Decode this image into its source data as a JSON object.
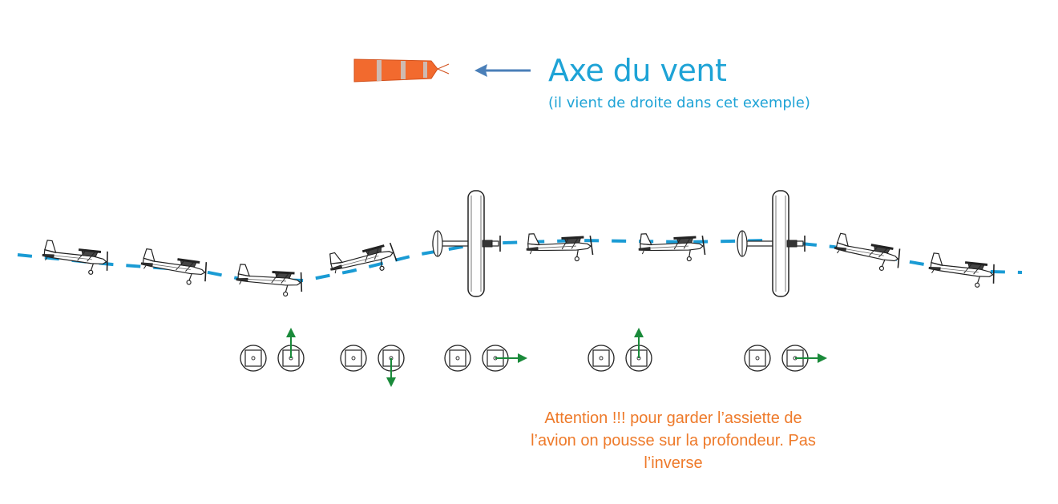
{
  "header": {
    "title": "Axe du vent",
    "subtitle": "(il vient de droite dans cet exemple)"
  },
  "icons": {
    "windsock": "windsock-icon",
    "wind_arrow": "arrow-left-icon",
    "plane_side": "airplane-side-icon",
    "plane_top": "airplane-top-icon",
    "stick": "control-stick-icon"
  },
  "colors": {
    "title": "#1ea3d6",
    "path": "#1a9bd4",
    "arrow_wind": "#4a7fb8",
    "control_arrow": "#1a8a3a",
    "note": "#ee7a2a",
    "windsock": "#f26a2e"
  },
  "note": {
    "line1": "Attention !!!  pour garder l’assiette de",
    "line2": "l’avion on pousse sur la profondeur. Pas",
    "line3": "l’inverse"
  },
  "control_pairs": [
    {
      "direction": "up"
    },
    {
      "direction": "down"
    },
    {
      "direction": "right"
    },
    {
      "direction": "up"
    },
    {
      "direction": "right"
    }
  ]
}
